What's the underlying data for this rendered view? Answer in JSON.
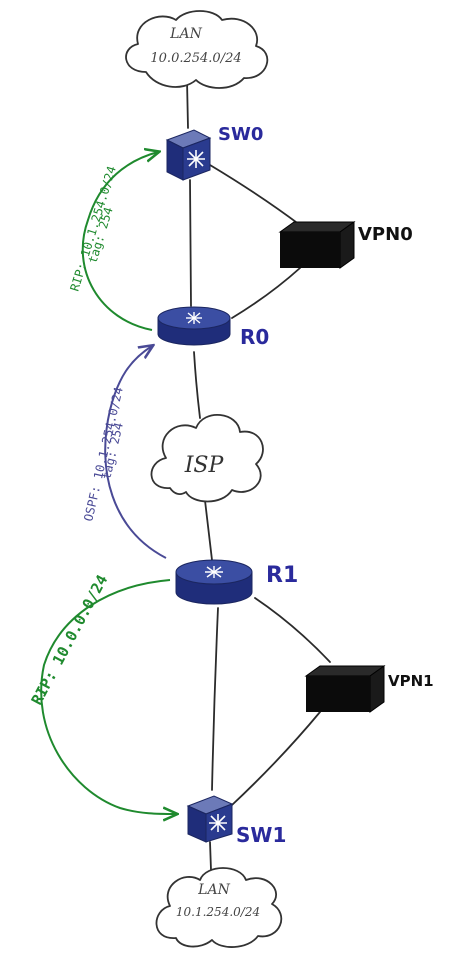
{
  "colors": {
    "device_blue": "#2a3b8f",
    "label_blue": "#2a2a9c",
    "rip_green": "#1f8a2e",
    "ospf_purple": "#4a4a96",
    "vpn_black": "#0b0b0b",
    "line": "#2b2b2b"
  },
  "lan_top": {
    "title": "LAN",
    "subnet": "10.0.254.0/24"
  },
  "lan_bottom": {
    "title": "LAN",
    "subnet": "10.1.254.0/24"
  },
  "isp": {
    "label": "ISP"
  },
  "devices": {
    "sw0": {
      "label": "SW0",
      "icon": "layer3-switch-icon"
    },
    "r0": {
      "label": "R0",
      "icon": "router-icon"
    },
    "r1": {
      "label": "R1",
      "icon": "router-icon"
    },
    "sw1": {
      "label": "SW1",
      "icon": "layer3-switch-icon"
    },
    "vpn0": {
      "label": "VPN0",
      "icon": "vpn-appliance-icon"
    },
    "vpn1": {
      "label": "VPN1",
      "icon": "vpn-appliance-icon"
    }
  },
  "annotations": {
    "rip_top": {
      "line1": "RIP: 10.1.254.0/24",
      "line2": "tag: 254"
    },
    "ospf": {
      "line1": "OSPF: 10.1.254.0/24",
      "line2": "tag: 254"
    },
    "rip_bottom": {
      "line1": "RIP: 10.0.0.0/24"
    }
  }
}
